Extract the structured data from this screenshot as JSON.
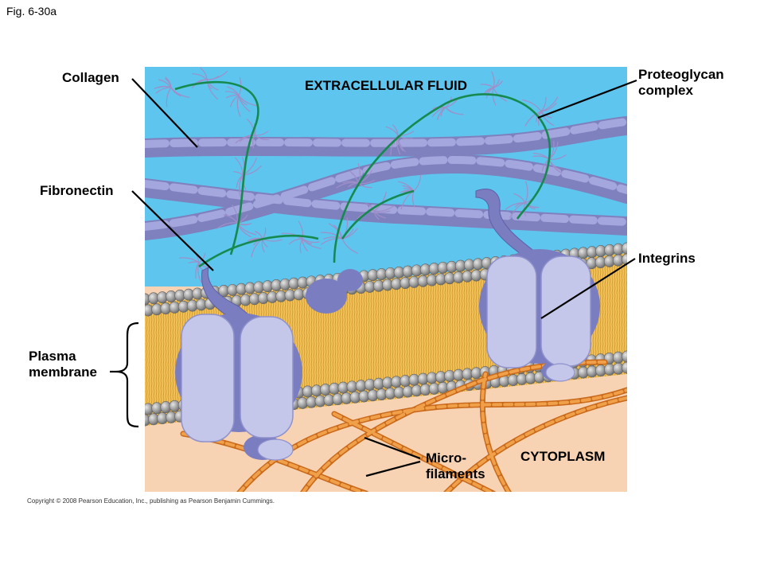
{
  "figure": {
    "label": "Fig. 6-30a",
    "copyright": "Copyright © 2008 Pearson Education, Inc., publishing as Pearson Benjamin Cummings."
  },
  "regions": {
    "extracellular": "EXTRACELLULAR FLUID",
    "cytoplasm": "CYTOPLASM"
  },
  "labels": {
    "collagen": "Collagen",
    "fibronectin": "Fibronectin",
    "plasma_membrane_line1": "Plasma",
    "plasma_membrane_line2": "membrane",
    "proteoglycan_line1": "Proteoglycan",
    "proteoglycan_line2": "complex",
    "integrins": "Integrins",
    "microfilaments_line1": "Micro-",
    "microfilaments_line2": "filaments"
  },
  "colors": {
    "extracellular_fluid": "#5ec6ee",
    "cytoplasm": "#f7d3b3",
    "collagen": "#8c8cc6",
    "proteoglycan": "#1f9a5a",
    "lipid_head": "#9a9a9a",
    "lipid_tail": "#e8b44a",
    "integrin": "#c4c7ea",
    "microfilament": "#e8862c"
  }
}
